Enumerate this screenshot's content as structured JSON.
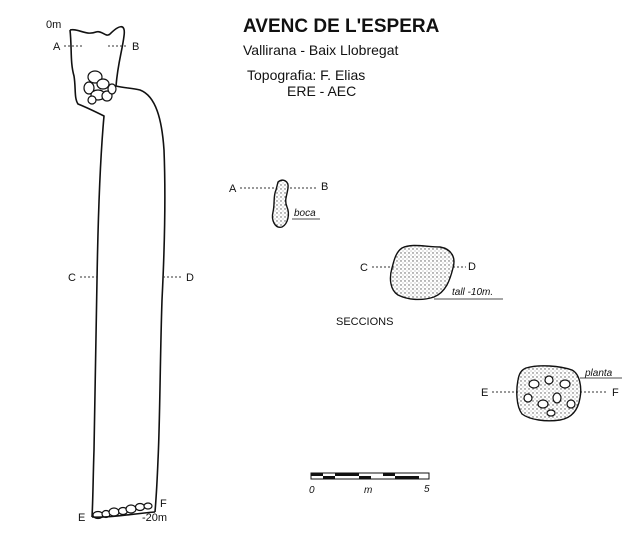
{
  "header": {
    "title": "AVENC DE L'ESPERA",
    "location": "Vallirana - Baix Llobregat",
    "survey": "Topografia: F. Elias",
    "club": "ERE - AEC"
  },
  "profile": {
    "depth_top": "0m",
    "depth_bottom": "-20m",
    "cuts": [
      {
        "left": "A",
        "right": "B"
      },
      {
        "left": "C",
        "right": "D"
      },
      {
        "left": "E",
        "right": "F"
      }
    ]
  },
  "sections": {
    "heading": "SECCIONS",
    "boca": {
      "left": "A",
      "right": "B",
      "caption": "boca"
    },
    "mid": {
      "left": "C",
      "right": "D",
      "caption": "tall -10m."
    },
    "planta": {
      "left": "E",
      "right": "F",
      "caption": "planta"
    }
  },
  "scale": {
    "start": "0",
    "unit": "m",
    "end": "5"
  },
  "colors": {
    "ink": "#111111",
    "background": "#ffffff"
  }
}
